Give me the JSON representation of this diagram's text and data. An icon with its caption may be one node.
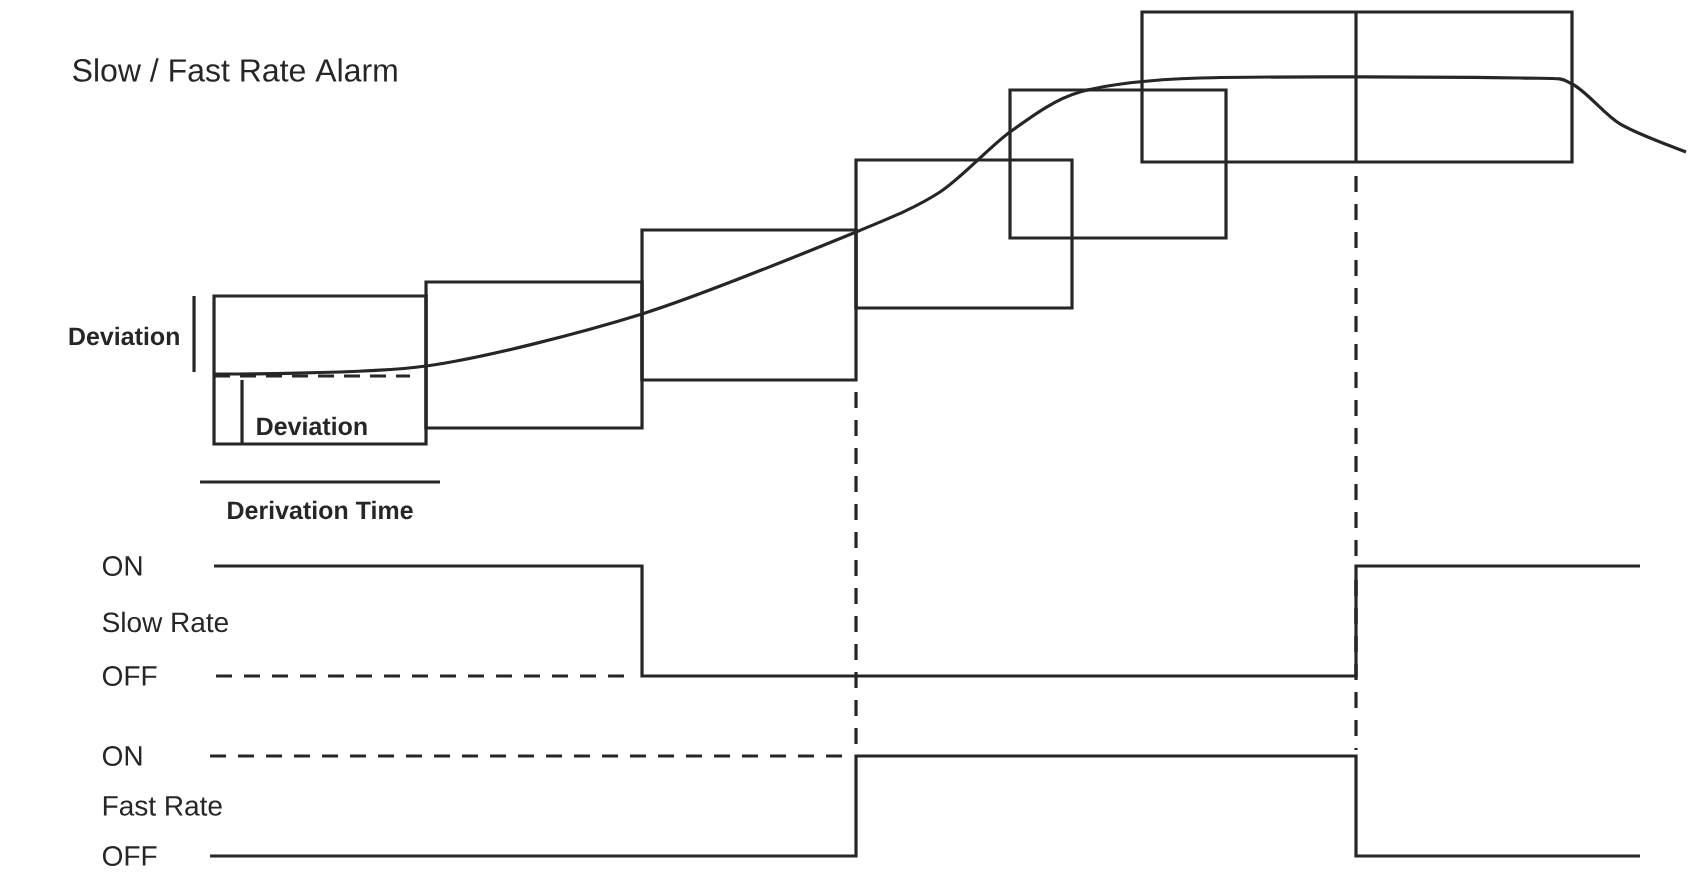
{
  "diagram": {
    "title": "Slow / Fast Rate Alarm",
    "labels": [
      "Deviation",
      "Deviation",
      "Derivation Time",
      "ON",
      "Slow Rate",
      "OFF",
      "ON",
      "Fast Rate",
      "OFF"
    ]
  }
}
